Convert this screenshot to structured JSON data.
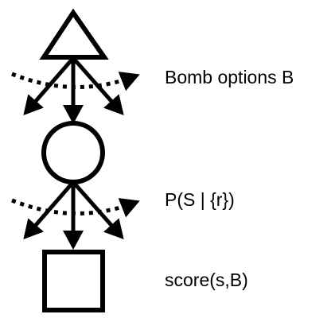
{
  "diagram": {
    "labels": {
      "bomb_options": "Bomb options B",
      "probability": "P(S | {r})",
      "score": "score(s,B)"
    },
    "nodes": [
      {
        "id": "bomb-options",
        "shape": "triangle"
      },
      {
        "id": "chance",
        "shape": "circle"
      },
      {
        "id": "outcome",
        "shape": "square"
      }
    ],
    "colors": {
      "stroke": "#000000",
      "background": "#ffffff"
    }
  }
}
